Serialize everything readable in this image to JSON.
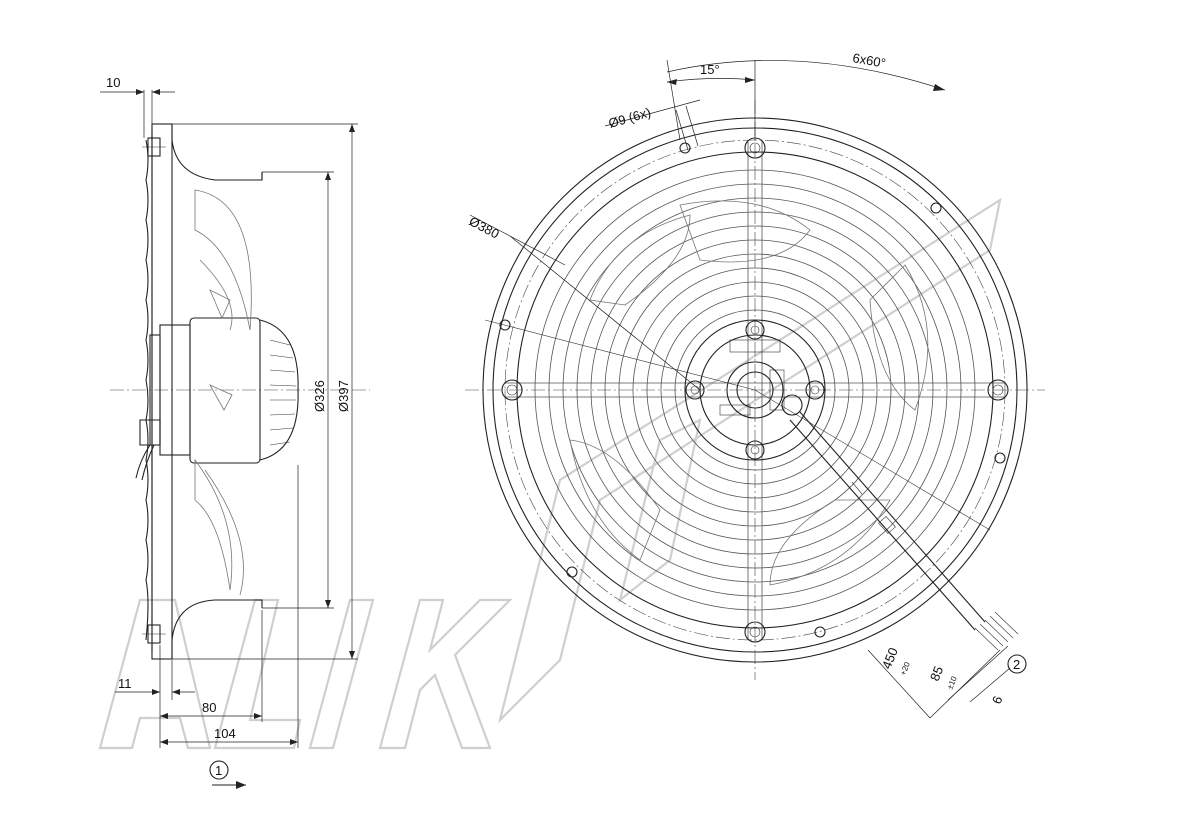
{
  "side_view": {
    "dim_flange": "10",
    "dim_offset": "11",
    "dim_depth_inner": "80",
    "dim_depth_total": "104",
    "dim_dia_inner": "Ø326",
    "dim_dia_outer": "Ø397"
  },
  "front_view": {
    "angle_small": "15°",
    "angle_pattern": "6x60°",
    "hole_label": "Ø9 (6x)",
    "circle_label": "Ø380",
    "cable_length": "450",
    "cable_length_tol": "+20",
    "strip_length": "85",
    "strip_tol": "±10",
    "strip_end": "6"
  },
  "markers": {
    "airflow_marker": "1",
    "cable_marker": "2"
  },
  "colors": {
    "line": "#222222",
    "watermark": "#cfcfcf"
  }
}
